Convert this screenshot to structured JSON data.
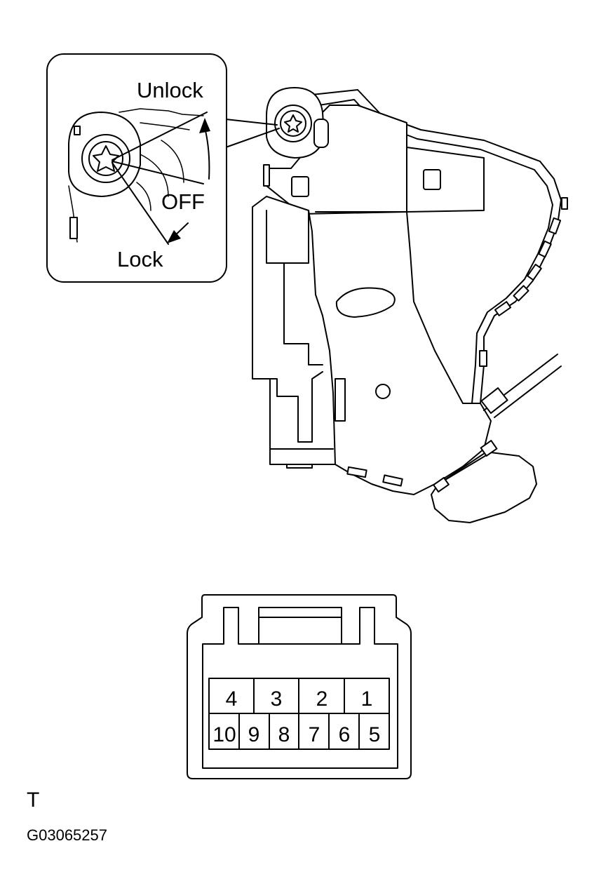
{
  "detail_inset": {
    "labels": {
      "unlock": "Unlock",
      "off": "OFF",
      "lock": "Lock"
    }
  },
  "connector": {
    "pins_top_row": [
      "4",
      "3",
      "2",
      "1"
    ],
    "pins_bottom_row": [
      "10",
      "9",
      "8",
      "7",
      "6",
      "5"
    ]
  },
  "view_letter": "T",
  "figure_id": "G03065257"
}
